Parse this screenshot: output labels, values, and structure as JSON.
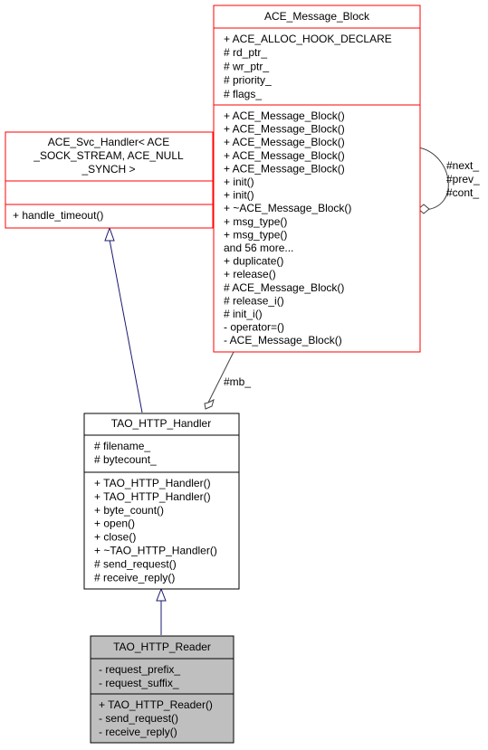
{
  "classes": {
    "ace_message_block": {
      "name": "ACE_Message_Block",
      "attributes": [
        "+ ACE_ALLOC_HOOK_DECLARE",
        "# rd_ptr_",
        "# wr_ptr_",
        "# priority_",
        "# flags_"
      ],
      "methods": [
        "+ ACE_Message_Block()",
        "+ ACE_Message_Block()",
        "+ ACE_Message_Block()",
        "+ ACE_Message_Block()",
        "+ ACE_Message_Block()",
        "+ init()",
        "+ init()",
        "+ ~ACE_Message_Block()",
        "+ msg_type()",
        "+ msg_type()",
        "and 56 more...",
        "+ duplicate()",
        "+ release()",
        "# ACE_Message_Block()",
        "# release_i()",
        "# init_i()",
        "- operator=()",
        "- ACE_Message_Block()"
      ]
    },
    "ace_svc_handler": {
      "name_lines": [
        "ACE_Svc_Handler< ACE",
        "_SOCK_STREAM, ACE_NULL",
        "_SYNCH >"
      ],
      "attributes": [],
      "methods": [
        "+ handle_timeout()"
      ]
    },
    "tao_http_handler": {
      "name": "TAO_HTTP_Handler",
      "attributes": [
        "# filename_",
        "# bytecount_"
      ],
      "methods": [
        "+ TAO_HTTP_Handler()",
        "+ TAO_HTTP_Handler()",
        "+ byte_count()",
        "+ open()",
        "+ close()",
        "+ ~TAO_HTTP_Handler()",
        "# send_request()",
        "# receive_reply()"
      ]
    },
    "tao_http_reader": {
      "name": "TAO_HTTP_Reader",
      "attributes": [
        "- request_prefix_",
        "- request_suffix_"
      ],
      "methods": [
        "+ TAO_HTTP_Reader()",
        "- send_request()",
        "- receive_reply()"
      ]
    }
  },
  "edges": {
    "self_loop_labels": [
      "#next_",
      "#prev_",
      "#cont_"
    ],
    "mb_label": "#mb_"
  },
  "colors": {
    "external_class_border": "#ff0000",
    "class_border": "#000000",
    "focus_class_fill": "#bfbfbf",
    "inheritance_edge": "#191970",
    "usage_edge": "#404040"
  }
}
